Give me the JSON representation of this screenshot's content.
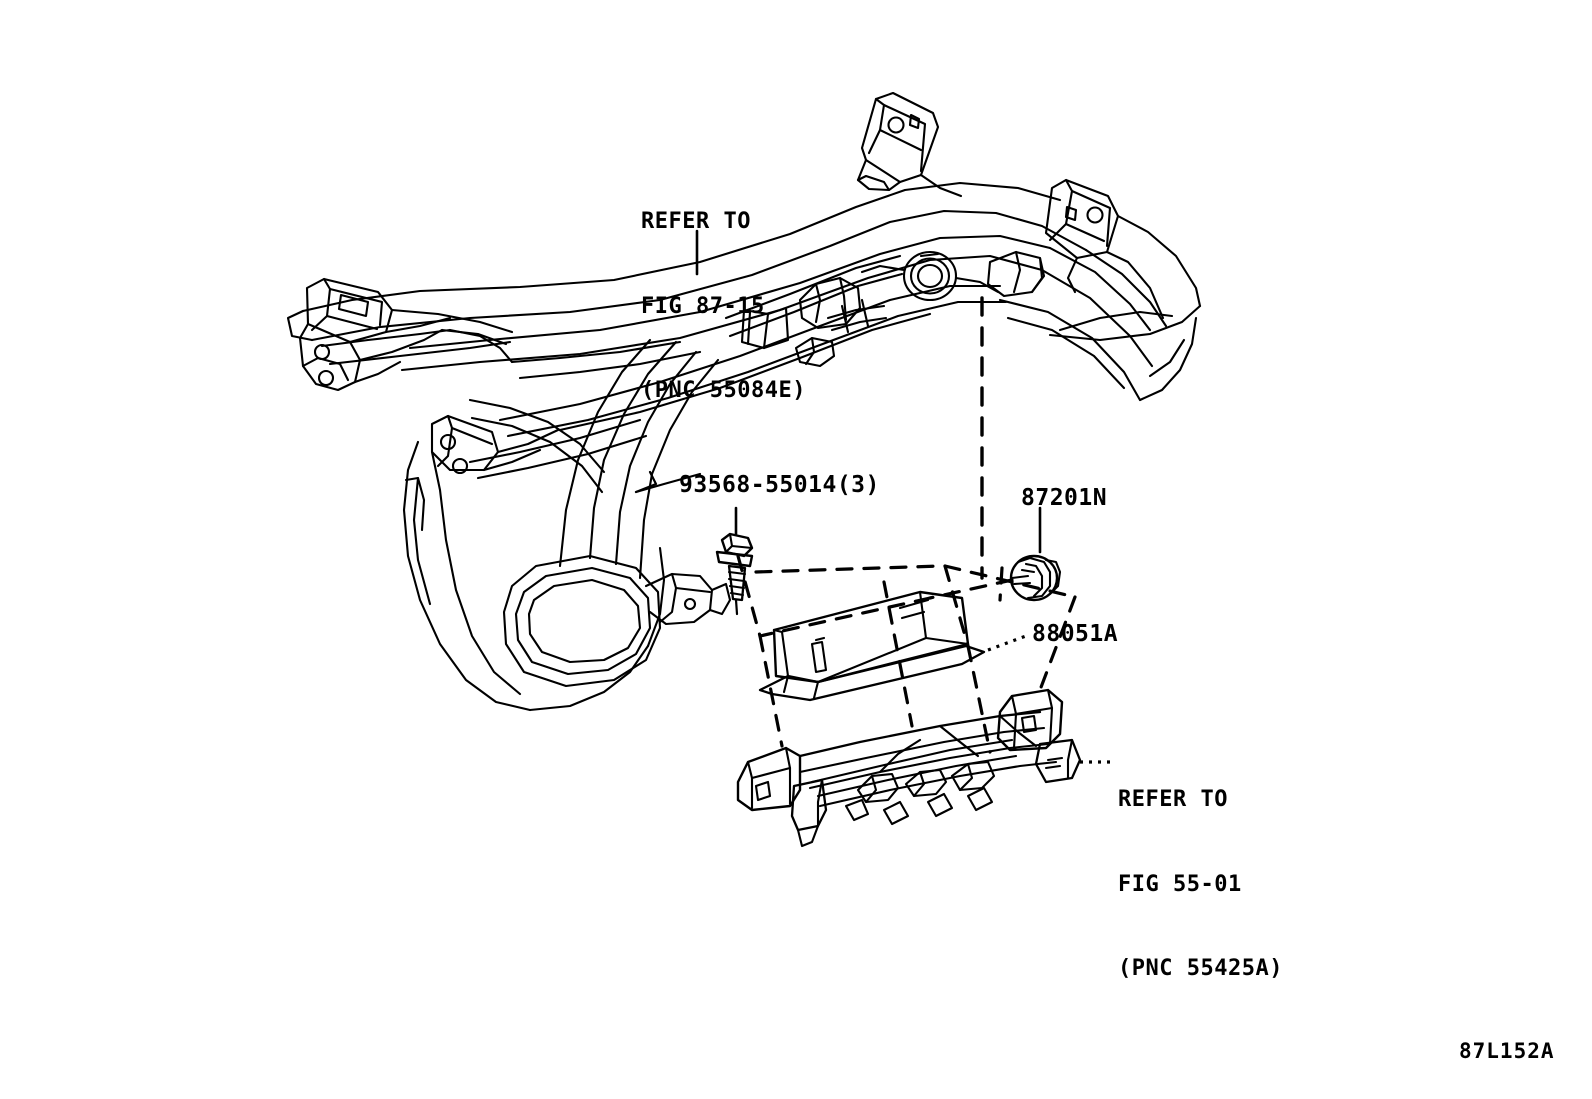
{
  "diagram": {
    "type": "automotive-parts-exploded-view",
    "figure_code": "87L152A",
    "background_color": "#ffffff",
    "line_color": "#000000",
    "labels": {
      "refer_top": {
        "line1": "REFER TO",
        "line2": "FIG 87-15",
        "line3": "(PNC 55084E)"
      },
      "bolt": {
        "part_number": "93568-55014(3)"
      },
      "grommet": {
        "part_number": "87201N"
      },
      "amplifier": {
        "part_number": "88051A"
      },
      "refer_bottom": {
        "line1": "REFER TO",
        "line2": "FIG 55-01",
        "line3": "(PNC 55425A)"
      }
    }
  }
}
